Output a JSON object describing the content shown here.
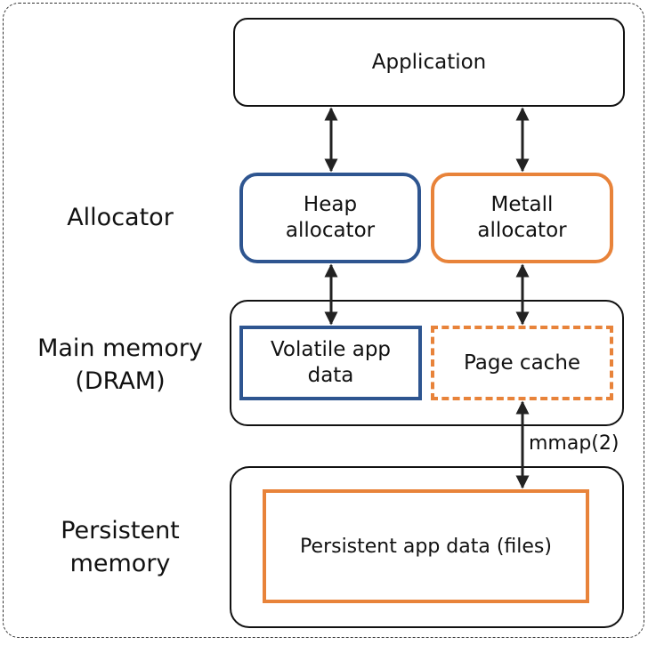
{
  "diagram": {
    "layers": {
      "allocator": "Allocator",
      "main_memory": "Main memory\n(DRAM)",
      "persistent_memory": "Persistent\nmemory"
    },
    "nodes": {
      "application": "Application",
      "heap_allocator": "Heap\nallocator",
      "metall_allocator": "Metall\nallocator",
      "volatile_app_data": "Volatile app\ndata",
      "page_cache": "Page cache",
      "persistent_app_data": "Persistent app data (files)"
    },
    "edge_labels": {
      "mmap": "mmap(2)"
    },
    "colors": {
      "blue": "#2e5590",
      "orange": "#e8833a",
      "black": "#111111"
    }
  }
}
